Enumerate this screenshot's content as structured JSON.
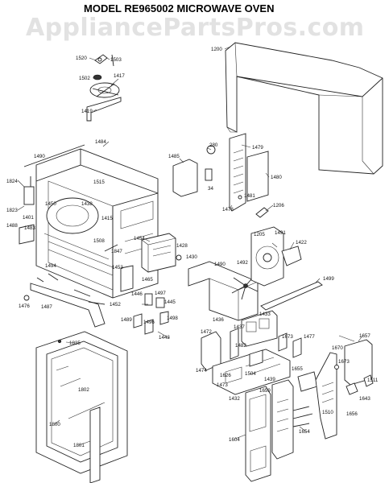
{
  "title": "MODEL  RE965002  MICROWAVE OVEN",
  "watermark": "AppliancePartsPros.com",
  "parts": [
    {
      "label": "1520"
    },
    {
      "label": "1503"
    },
    {
      "label": "1502"
    },
    {
      "label": "1417"
    },
    {
      "label": "1419"
    },
    {
      "label": "1200"
    },
    {
      "label": "1484"
    },
    {
      "label": "280"
    },
    {
      "label": "1479"
    },
    {
      "label": "1485"
    },
    {
      "label": "1480"
    },
    {
      "label": "34"
    },
    {
      "label": "1490"
    },
    {
      "label": "1824"
    },
    {
      "label": "1823"
    },
    {
      "label": "1515"
    },
    {
      "label": "1450"
    },
    {
      "label": "1438"
    },
    {
      "label": "1478"
    },
    {
      "label": "1481"
    },
    {
      "label": "1206"
    },
    {
      "label": "1401"
    },
    {
      "label": "1415"
    },
    {
      "label": "1205"
    },
    {
      "label": "1488"
    },
    {
      "label": "1483"
    },
    {
      "label": "1508"
    },
    {
      "label": "1491"
    },
    {
      "label": "1422"
    },
    {
      "label": "1454"
    },
    {
      "label": "1428"
    },
    {
      "label": "1847"
    },
    {
      "label": "1430"
    },
    {
      "label": "1494"
    },
    {
      "label": "1453"
    },
    {
      "label": "1490"
    },
    {
      "label": "1492"
    },
    {
      "label": "1465"
    },
    {
      "label": "1499"
    },
    {
      "label": "1476"
    },
    {
      "label": "1487"
    },
    {
      "label": "1452"
    },
    {
      "label": "1446"
    },
    {
      "label": "1497"
    },
    {
      "label": "1445"
    },
    {
      "label": "1433"
    },
    {
      "label": "1489"
    },
    {
      "label": "1496"
    },
    {
      "label": "1498"
    },
    {
      "label": "1436"
    },
    {
      "label": "1437"
    },
    {
      "label": "1472"
    },
    {
      "label": "1443"
    },
    {
      "label": "1673"
    },
    {
      "label": "1477"
    },
    {
      "label": "1657"
    },
    {
      "label": "1835"
    },
    {
      "label": "1474"
    },
    {
      "label": "1482"
    },
    {
      "label": "1670"
    },
    {
      "label": "1626"
    },
    {
      "label": "1504"
    },
    {
      "label": "1655"
    },
    {
      "label": "1439"
    },
    {
      "label": "1473"
    },
    {
      "label": "1659"
    },
    {
      "label": "1673"
    },
    {
      "label": "1511"
    },
    {
      "label": "1802"
    },
    {
      "label": "1432"
    },
    {
      "label": "1643"
    },
    {
      "label": "1510"
    },
    {
      "label": "1656"
    },
    {
      "label": "1800"
    },
    {
      "label": "1654"
    },
    {
      "label": "1604"
    },
    {
      "label": "1801"
    }
  ]
}
